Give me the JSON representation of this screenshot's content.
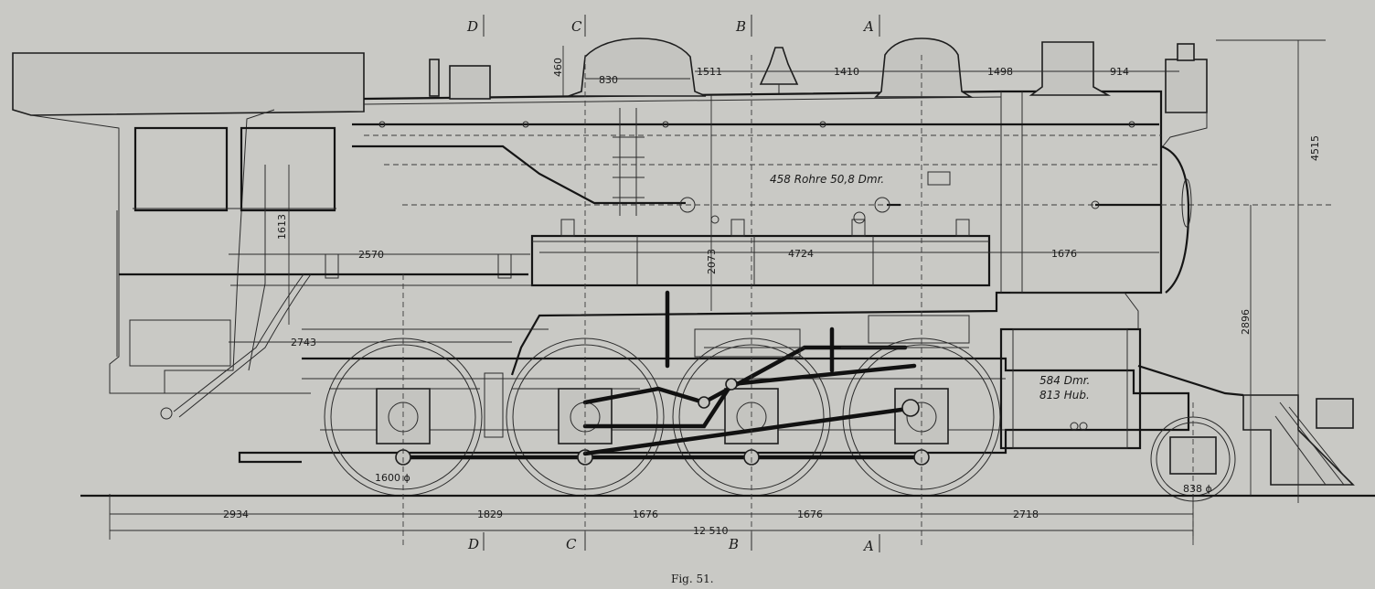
{
  "caption": "Fig. 51.",
  "sections": {
    "top": [
      "D",
      "C",
      "B",
      "A"
    ],
    "bottom": [
      "D",
      "C",
      "B",
      "A"
    ]
  },
  "dimensions": {
    "dome_height": "460",
    "dome_width": "830",
    "c_to_b": "1511",
    "b_to_a": "1410",
    "a_to_stack": "1498",
    "stack_to_front": "914",
    "total_height": "4515",
    "cab_height": "1613",
    "firebox_to_tank": "2570",
    "tank_height": "2073",
    "tank_length": "4724",
    "front_section": "1676",
    "boiler_center_height": "2896",
    "cab_floor": "2743",
    "driver_wheel_dia": "1600 ϕ",
    "lead_wheel_dia": "838 ϕ",
    "rear_overhang": "2934",
    "dc_spacing": "1829",
    "cb_spacing": "1676",
    "ba_spacing": "1676",
    "front_overhang": "2718",
    "total_length": "12 510"
  },
  "annotations": {
    "tubes": "458 Rohre 50,8 Dmr.",
    "cylinder_dia": "584  Dmr.",
    "cylinder_stroke": "813  Hub."
  }
}
